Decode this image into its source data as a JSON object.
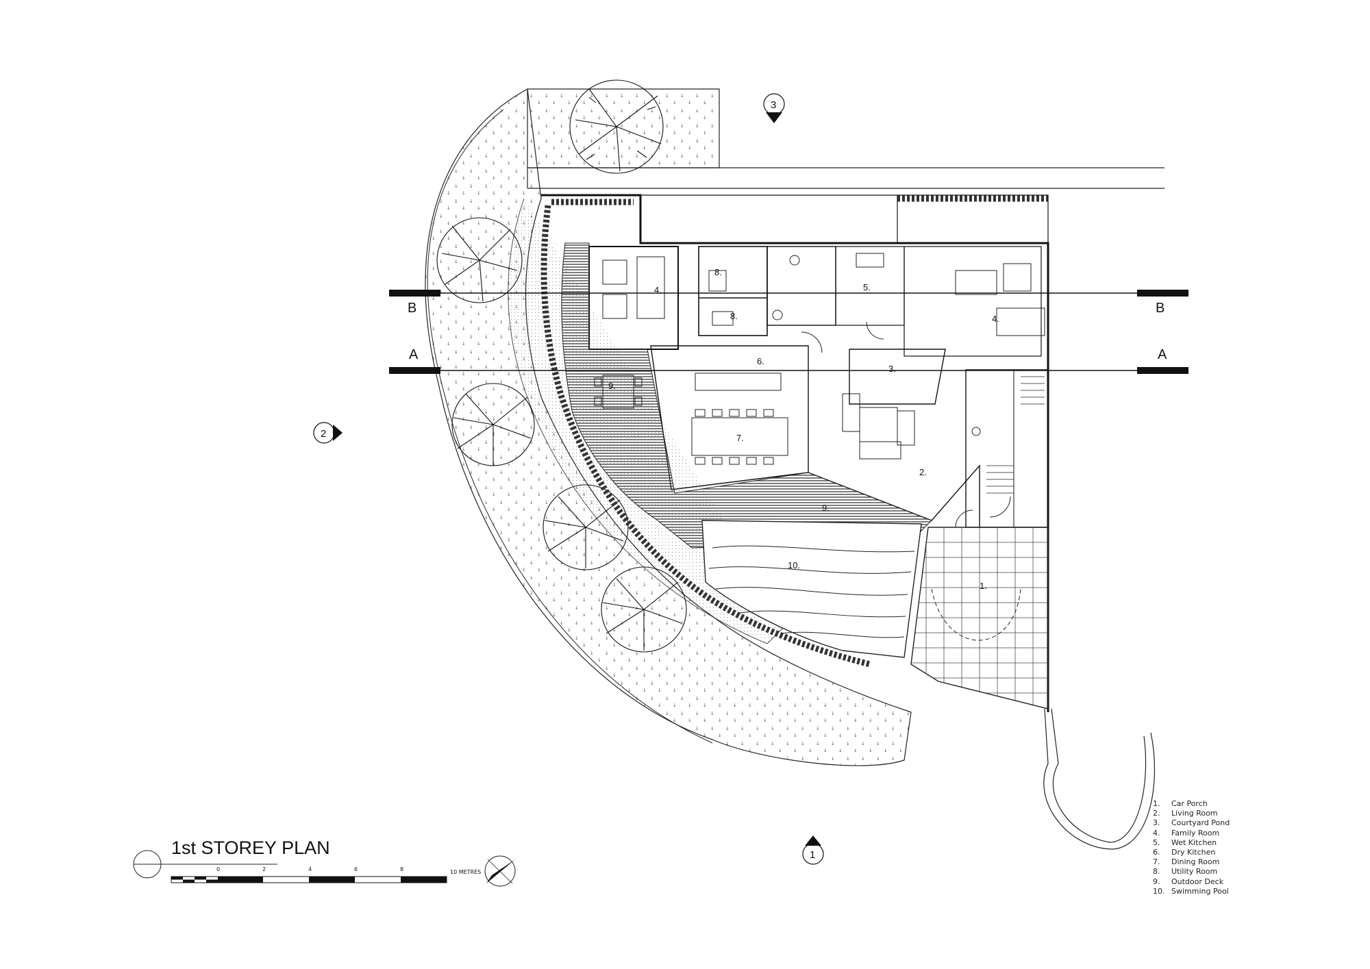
{
  "drawing": {
    "title": "1st STOREY PLAN",
    "section_marks": {
      "a": "A",
      "b": "B"
    },
    "view_markers": [
      "1",
      "2",
      "3"
    ],
    "scale_bar": {
      "ticks": [
        "0",
        "2",
        "4",
        "6",
        "8"
      ],
      "end_label": "10 METRES"
    }
  },
  "room_tags": {
    "car_porch": "1.",
    "living": "2.",
    "pond": "3.",
    "family_west": "4.",
    "family_east": "4.",
    "wet_kitchen": "5.",
    "dry_kitchen": "6.",
    "dining": "7.",
    "utility_upper": "8.",
    "utility_lower": "8.",
    "deck_west": "9.",
    "deck_south": "9.",
    "pool": "10."
  },
  "legend": [
    {
      "num": "1.",
      "label": "Car Porch"
    },
    {
      "num": "2.",
      "label": "Living Room"
    },
    {
      "num": "3.",
      "label": "Courtyard Pond"
    },
    {
      "num": "4.",
      "label": "Family Room"
    },
    {
      "num": "5.",
      "label": "Wet Kitchen"
    },
    {
      "num": "6.",
      "label": "Dry Kitchen"
    },
    {
      "num": "7.",
      "label": "Dining Room"
    },
    {
      "num": "8.",
      "label": "Utility Room"
    },
    {
      "num": "9.",
      "label": "Outdoor Deck"
    },
    {
      "num": "10.",
      "label": "Swimming Pool"
    }
  ],
  "colors": {
    "ink": "#111111",
    "deck": "#555555",
    "paper": "#ffffff"
  }
}
